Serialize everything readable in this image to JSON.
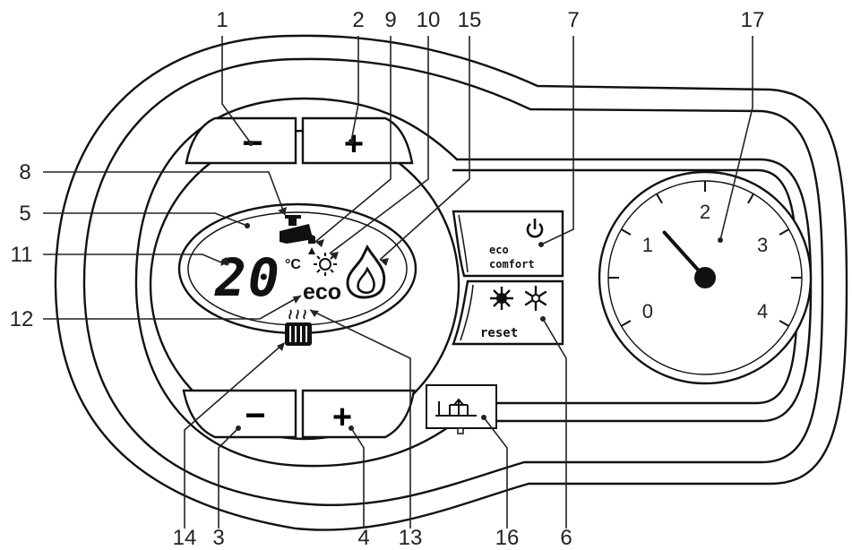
{
  "callouts": {
    "n1": "1",
    "n2": "2",
    "n3": "3",
    "n4": "4",
    "n5": "5",
    "n6": "6",
    "n7": "7",
    "n8": "8",
    "n9": "9",
    "n10": "10",
    "n11": "11",
    "n12": "12",
    "n13": "13",
    "n14": "14",
    "n15": "15",
    "n16": "16",
    "n17": "17"
  },
  "display": {
    "temperature": "20",
    "unit": "°C",
    "eco": "eco"
  },
  "buttons": {
    "minus": "−",
    "plus": "+",
    "eco_line1": "eco",
    "eco_line2": "comfort",
    "reset": "reset"
  },
  "gauge": {
    "ticks": [
      "0",
      "1",
      "2",
      "3",
      "4"
    ],
    "pressure_value": 1.3,
    "scale_min": 0,
    "scale_max": 4
  },
  "icons": {
    "tap": "tap-icon",
    "sun": "sun-icon",
    "flame": "flame-icon",
    "radiator": "radiator-icon",
    "power": "power-icon",
    "snowflake": "snowflake-icon",
    "fill_tap": "fill-tap-icon"
  }
}
